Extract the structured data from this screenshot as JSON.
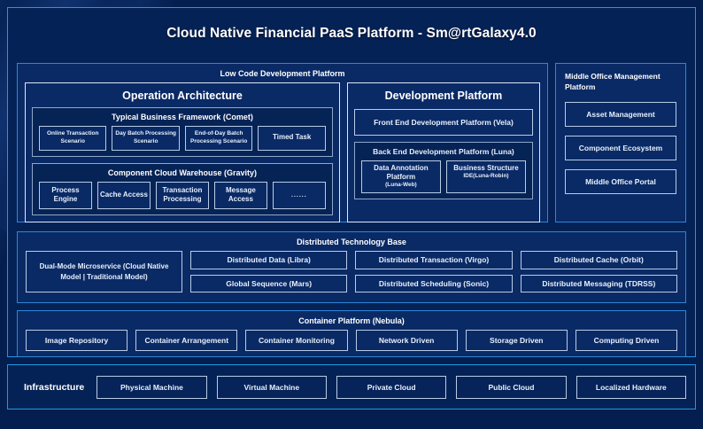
{
  "title": "Cloud Native Financial PaaS Platform - Sm@rtGalaxy4.0",
  "low_code": {
    "title": "Low Code Development Platform",
    "operation_architecture": {
      "title": "Operation Architecture",
      "business_framework": {
        "title": "Typical Business Framework (Comet)",
        "items": [
          "Online Transaction Scenario",
          "Day Batch Processing Scenario",
          "End-of-Day Batch Processing Scenario",
          "Timed Task"
        ]
      },
      "component_warehouse": {
        "title": "Component Cloud Warehouse (Gravity)",
        "items": [
          "Process Engine",
          "Cache Access",
          "Transaction Processing",
          "Message Access",
          "......"
        ]
      }
    },
    "development_platform": {
      "title": "Development Platform",
      "front_end": "Front End Development Platform (Vela)",
      "back_end": {
        "title": "Back End Development Platform (Luna)",
        "items": [
          {
            "line1": "Data Annotation Platform",
            "line2": "(Luna-Web)"
          },
          {
            "line1": "Business Structure",
            "line2": "IDE(Luna-Robin)"
          }
        ]
      }
    }
  },
  "middle_office": {
    "title": "Middle Office Management Platform",
    "items": [
      "Asset Management",
      "Component Ecosystem",
      "Middle Office Portal"
    ]
  },
  "distributed_tech_base": {
    "title": "Distributed Technology Base",
    "wide_item": "Dual-Mode Microservice (Cloud Native Model | Traditional Model)",
    "columns": [
      {
        "top": "Distributed Data (Libra)",
        "bottom": "Global Sequence (Mars)"
      },
      {
        "top": "Distributed Transaction (Virgo)",
        "bottom": "Distributed Scheduling (Sonic)"
      },
      {
        "top": "Distributed Cache (Orbit)",
        "bottom": "Distributed Messaging (TDRSS)"
      }
    ]
  },
  "container_platform": {
    "title": "Container Platform (Nebula)",
    "items": [
      "Image Repository",
      "Container Arrangement",
      "Container Monitoring",
      "Network Driven",
      "Storage Driven",
      "Computing Driven"
    ]
  },
  "infrastructure": {
    "label": "Infrastructure",
    "items": [
      "Physical Machine",
      "Virtual Machine",
      "Private Cloud",
      "Public Cloud",
      "Localized Hardware"
    ]
  },
  "colors": {
    "page_background": "#041e4f",
    "panel_background": "#0a2a66",
    "accent_border": "#1e9ae0",
    "panel_border": "#2e86d6",
    "chip_border": "#b9cbe6",
    "text": "#ffffff"
  }
}
